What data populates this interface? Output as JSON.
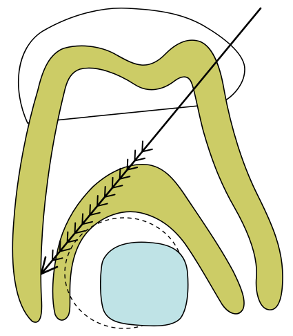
{
  "diagram": {
    "colors": {
      "background": "#ffffff",
      "outline": "#000000",
      "dentin_fill": "#cccc66",
      "tissue_fill": "#bfe3e6",
      "enamel_fill": "#ffffff"
    },
    "elements": [
      "tooth-crown-outline",
      "dentin-shell",
      "inner-dentin-wedge",
      "rounded-square-tissue",
      "dashed-circle",
      "diagonal-arrow-with-barbs"
    ]
  }
}
